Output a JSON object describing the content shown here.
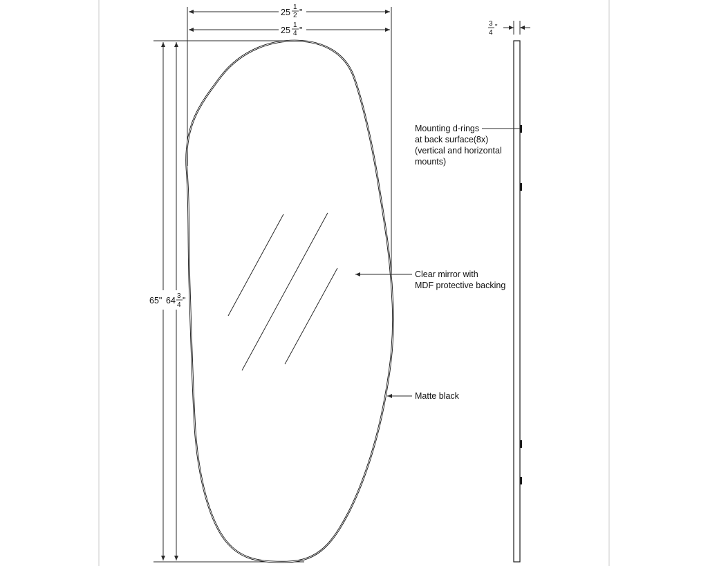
{
  "dimensions": {
    "outer_width_whole": "25",
    "outer_width_frac_num": "1",
    "outer_width_frac_den": "2",
    "inner_width_whole": "25",
    "inner_width_frac_num": "1",
    "inner_width_frac_den": "4",
    "outer_height": "65\"",
    "inner_height_whole": "64",
    "inner_height_frac_num": "3",
    "inner_height_frac_den": "4",
    "depth_frac_num": "3",
    "depth_frac_den": "4",
    "inch_mark": "\""
  },
  "callouts": {
    "mounting_line1": "Mounting d-rings",
    "mounting_line2": "at back surface(8x)",
    "mounting_line3": "(vertical and horizontal",
    "mounting_line4": "mounts)",
    "mirror_line1": "Clear mirror with",
    "mirror_line2": "MDF protective backing",
    "finish": "Matte black"
  }
}
